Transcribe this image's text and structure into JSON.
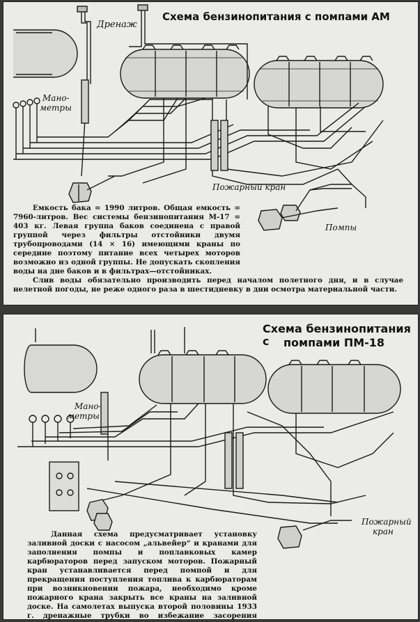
{
  "diagrams": [
    {
      "title": "Схема бензинопитания с помпами АМ",
      "labels": {
        "drainage": "Дренаж",
        "manometers_1": "Мано-",
        "manometers_2": "метры",
        "fire_valve": "Пожарный кран",
        "pumps": "Помпы"
      },
      "description": [
        "Емкость бака = 1990 литров. Общая емкость = 7960-литров. Вес системы бензинопитания М-17 = 403 кг. Левая группа баков соединена с правой группой через фильтры отстойники двумя трубопроводами (14 × 16) имеющими краны по середине поэтому питание всех четырех моторов возможно из одной группы. Не допускать скопления воды на дне баков и в фильтрах—отстойниках.",
        "Слив воды обязательно производить перед началом полетного дня, и в случае нелетной погоды, не реже одного раза в шестидневку в дни осмотра материальной части."
      ]
    },
    {
      "title_line1": "Схема бензинопитания с",
      "title_line2": "помпами ПМ-18",
      "labels": {
        "manometers_1": "Мано-",
        "manometers_2": "метры",
        "fire_valve_1": "Пожарный",
        "fire_valve_2": "кран"
      },
      "description": [
        "Данная схема предусматривает установку заливной доски с насосом „альвейер“ и кранами для заполнения помпы и поплавковых камер карбюраторов перед запуском моторов. Пожарный кран устанавливается перед помпой и для прекращения поступления топлива к карбюраторам при возникновении пожара, необходимо кроме пожарного крана закрыть все краны на заливной доске. На самолетах выпуска второй половины 1933 г. дренажные трубки во избежание засорения устанавливаются увеличенного сечения."
      ]
    }
  ]
}
